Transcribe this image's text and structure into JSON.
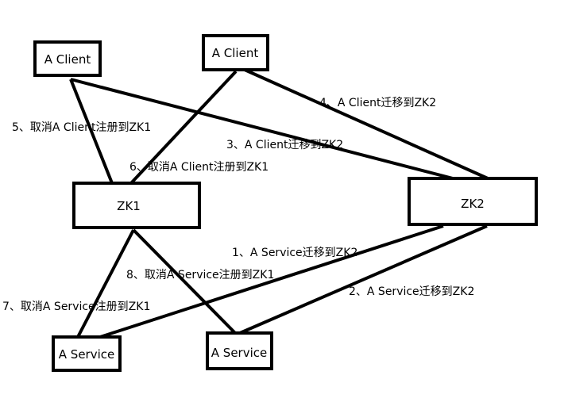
{
  "nodes": {
    "client1": {
      "label": "A Client"
    },
    "client2": {
      "label": "A Client"
    },
    "zk1": {
      "label": "ZK1"
    },
    "zk2": {
      "label": "ZK2"
    },
    "service1": {
      "label": "A Service"
    },
    "service2": {
      "label": "A Service"
    }
  },
  "edge_labels": {
    "step1": "1、A Service迁移到ZK2",
    "step2": "2、A Service迁移到ZK2",
    "step3": "3、A Client迁移到ZK2",
    "step4": "4、A Client迁移到ZK2",
    "step5": "5、取消A Client注册到ZK1",
    "step6": "6、取消A Client注册到ZK1",
    "step7": "7、取消A Service注册到ZK1",
    "step8": "8、取消A Service注册到ZK1"
  },
  "colors": {
    "stroke": "#000000",
    "background": "#ffffff"
  }
}
